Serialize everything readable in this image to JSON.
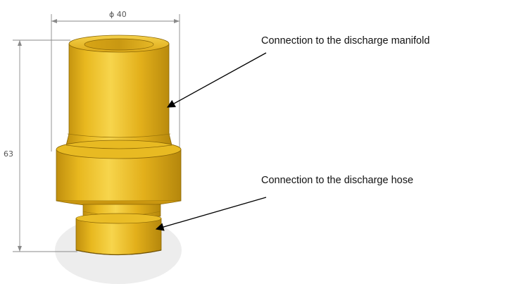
{
  "dimensions": {
    "diameter": "ϕ 40",
    "height": "63"
  },
  "callouts": {
    "upper": "Connection to the discharge manifold",
    "lower": "Connection to the discharge hose"
  },
  "colors": {
    "part_body": "#e3b21e",
    "part_highlight": "#f6d24a",
    "part_shadow": "#b88a10",
    "part_edge": "#7a5a06",
    "dimension_line": "#8a8a8a",
    "ground_shadow": "#ececec",
    "text": "#111111"
  }
}
